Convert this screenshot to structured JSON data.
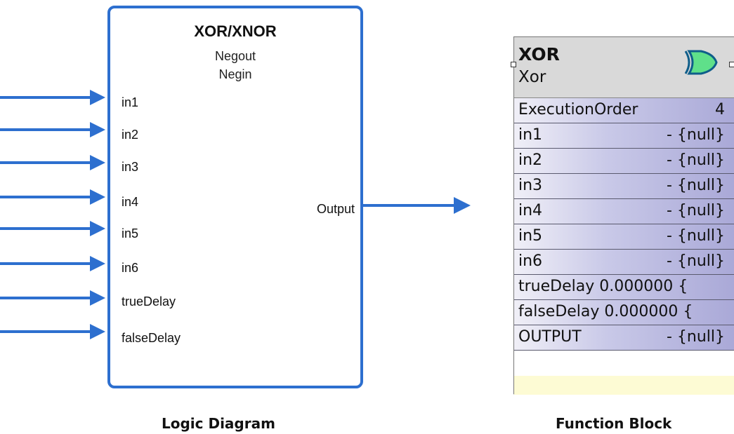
{
  "logic_diagram": {
    "title": "XOR/XNOR",
    "subtitles": [
      "Negout",
      "Negin"
    ],
    "inputs": [
      "in1",
      "in2",
      "in3",
      "in4",
      "in5",
      "in6",
      "trueDelay",
      "falseDelay"
    ],
    "output": "Output",
    "caption": "Logic Diagram"
  },
  "function_block": {
    "name": "XOR",
    "type": "Xor",
    "rows": [
      {
        "label": "ExecutionOrder",
        "value": "4"
      },
      {
        "label": "in1",
        "value": "- {null}"
      },
      {
        "label": "in2",
        "value": "- {null}"
      },
      {
        "label": "in3",
        "value": "- {null}"
      },
      {
        "label": "in4",
        "value": "- {null}"
      },
      {
        "label": "in5",
        "value": "- {null}"
      },
      {
        "label": "in6",
        "value": "- {null}"
      },
      {
        "label": "trueDelay 0.000000 {",
        "value": ""
      },
      {
        "label": "falseDelay 0.000000 {",
        "value": ""
      },
      {
        "label": "OUTPUT",
        "value": "- {null}"
      }
    ],
    "caption": "Function Block"
  },
  "colors": {
    "accent": "#2d6fcf",
    "row_gradient_end": "#a7a6d6",
    "header_bg": "#d9d9d9",
    "footer_bg": "#fdfbd4"
  }
}
